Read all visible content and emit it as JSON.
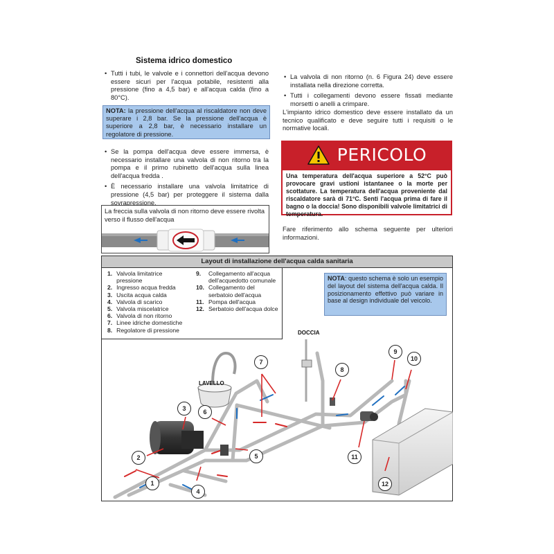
{
  "title": "Sistema idrico domestico",
  "left_bullets_1": [
    "Tutti i tubi, le valvole e i connettori dell'acqua devono essere sicuri per l'acqua potabile, resistenti alla pressione (fino a 4,5 bar) e all'acqua calda (fino a 80°C)."
  ],
  "note_pressure": {
    "label": "NOTA:",
    "text": " la pressione dell'acqua al riscaldatore non deve superare i 2,8 bar. Se la pressione dell'acqua è superiore a 2,8 bar, è necessario installare un regolatore di pressione."
  },
  "left_bullets_2": [
    "Se la pompa dell'acqua deve essere immersa, è necessario installare una valvola di non ritorno tra la pompa e il primo rubinetto dell'acqua sulla linea dell'acqua fredda .",
    "È necessario installare una valvola limitatrice di pressione (4,5 bar) per proteggere il sistema dalla sovrapressione."
  ],
  "arrow_box_text": "La freccia sulla valvola di non ritorno deve essere rivolta verso il flusso dell'acqua",
  "right_bullets": [
    "La valvola di non ritorno (n. 6 Figura 24) deve essere installata nella direzione corretta.",
    "Tutti i collegamenti devono essere fissati mediante morsetti o anelli a crimpare."
  ],
  "right_para": "L'impianto idrico domestico deve essere installato da un tecnico qualificato e deve seguire tutti i requisiti o le normative locali.",
  "danger": {
    "word": "PERICOLO",
    "text": "Una temperatura dell'acqua superiore a 52°C può provocare gravi ustioni istantanee o la morte per scottature. La temperatura dell'acqua proveniente dal riscaldatore sarà di 71°C. Senti l'acqua prima di fare il bagno o la doccia! Sono disponibili valvole limitatrici di temperatura."
  },
  "refer_text": "Fare riferimento allo schema seguente per ulteriori informazioni.",
  "diagram": {
    "header": "Layout di installazione dell'acqua calda sanitaria",
    "legend_left": [
      {
        "num": "1.",
        "text": "Valvola limitatrice pressione"
      },
      {
        "num": "2.",
        "text": "Ingresso acqua fredda"
      },
      {
        "num": "3.",
        "text": "Uscita acqua calda"
      },
      {
        "num": "4.",
        "text": "Valvola di scarico"
      },
      {
        "num": "5.",
        "text": "Valvola miscelatrice"
      },
      {
        "num": "6.",
        "text": "Valvola di non ritorno"
      },
      {
        "num": "7.",
        "text": "Linee idriche domestiche"
      },
      {
        "num": "8.",
        "text": "Regolatore di pressione"
      }
    ],
    "legend_right": [
      {
        "num": "9.",
        "text": "Collegamento all'acqua dell'acquedotto comunale"
      },
      {
        "num": "10.",
        "text": "Collegamento del serbatoio dell'acqua"
      },
      {
        "num": "11.",
        "text": "Pompa dell'acqua"
      },
      {
        "num": "12.",
        "text": "Serbatoio dell'acqua dolce"
      }
    ],
    "note": {
      "label": "NOTA",
      "text": ": questo schema è solo un esempio del layout del sistema dell'acqua calda. Il posizionamento effettivo può variare in base al design individuale del veicolo."
    },
    "label_shower": "DOCCIA",
    "label_sink": "LAVELLO",
    "callouts": [
      "1",
      "2",
      "3",
      "4",
      "5",
      "6",
      "7",
      "8",
      "9",
      "10",
      "11",
      "12"
    ]
  },
  "colors": {
    "note_bg": "#a8c8ec",
    "danger_red": "#c8202a",
    "hot_line": "#d62828",
    "cold_line": "#1f6fc0"
  }
}
